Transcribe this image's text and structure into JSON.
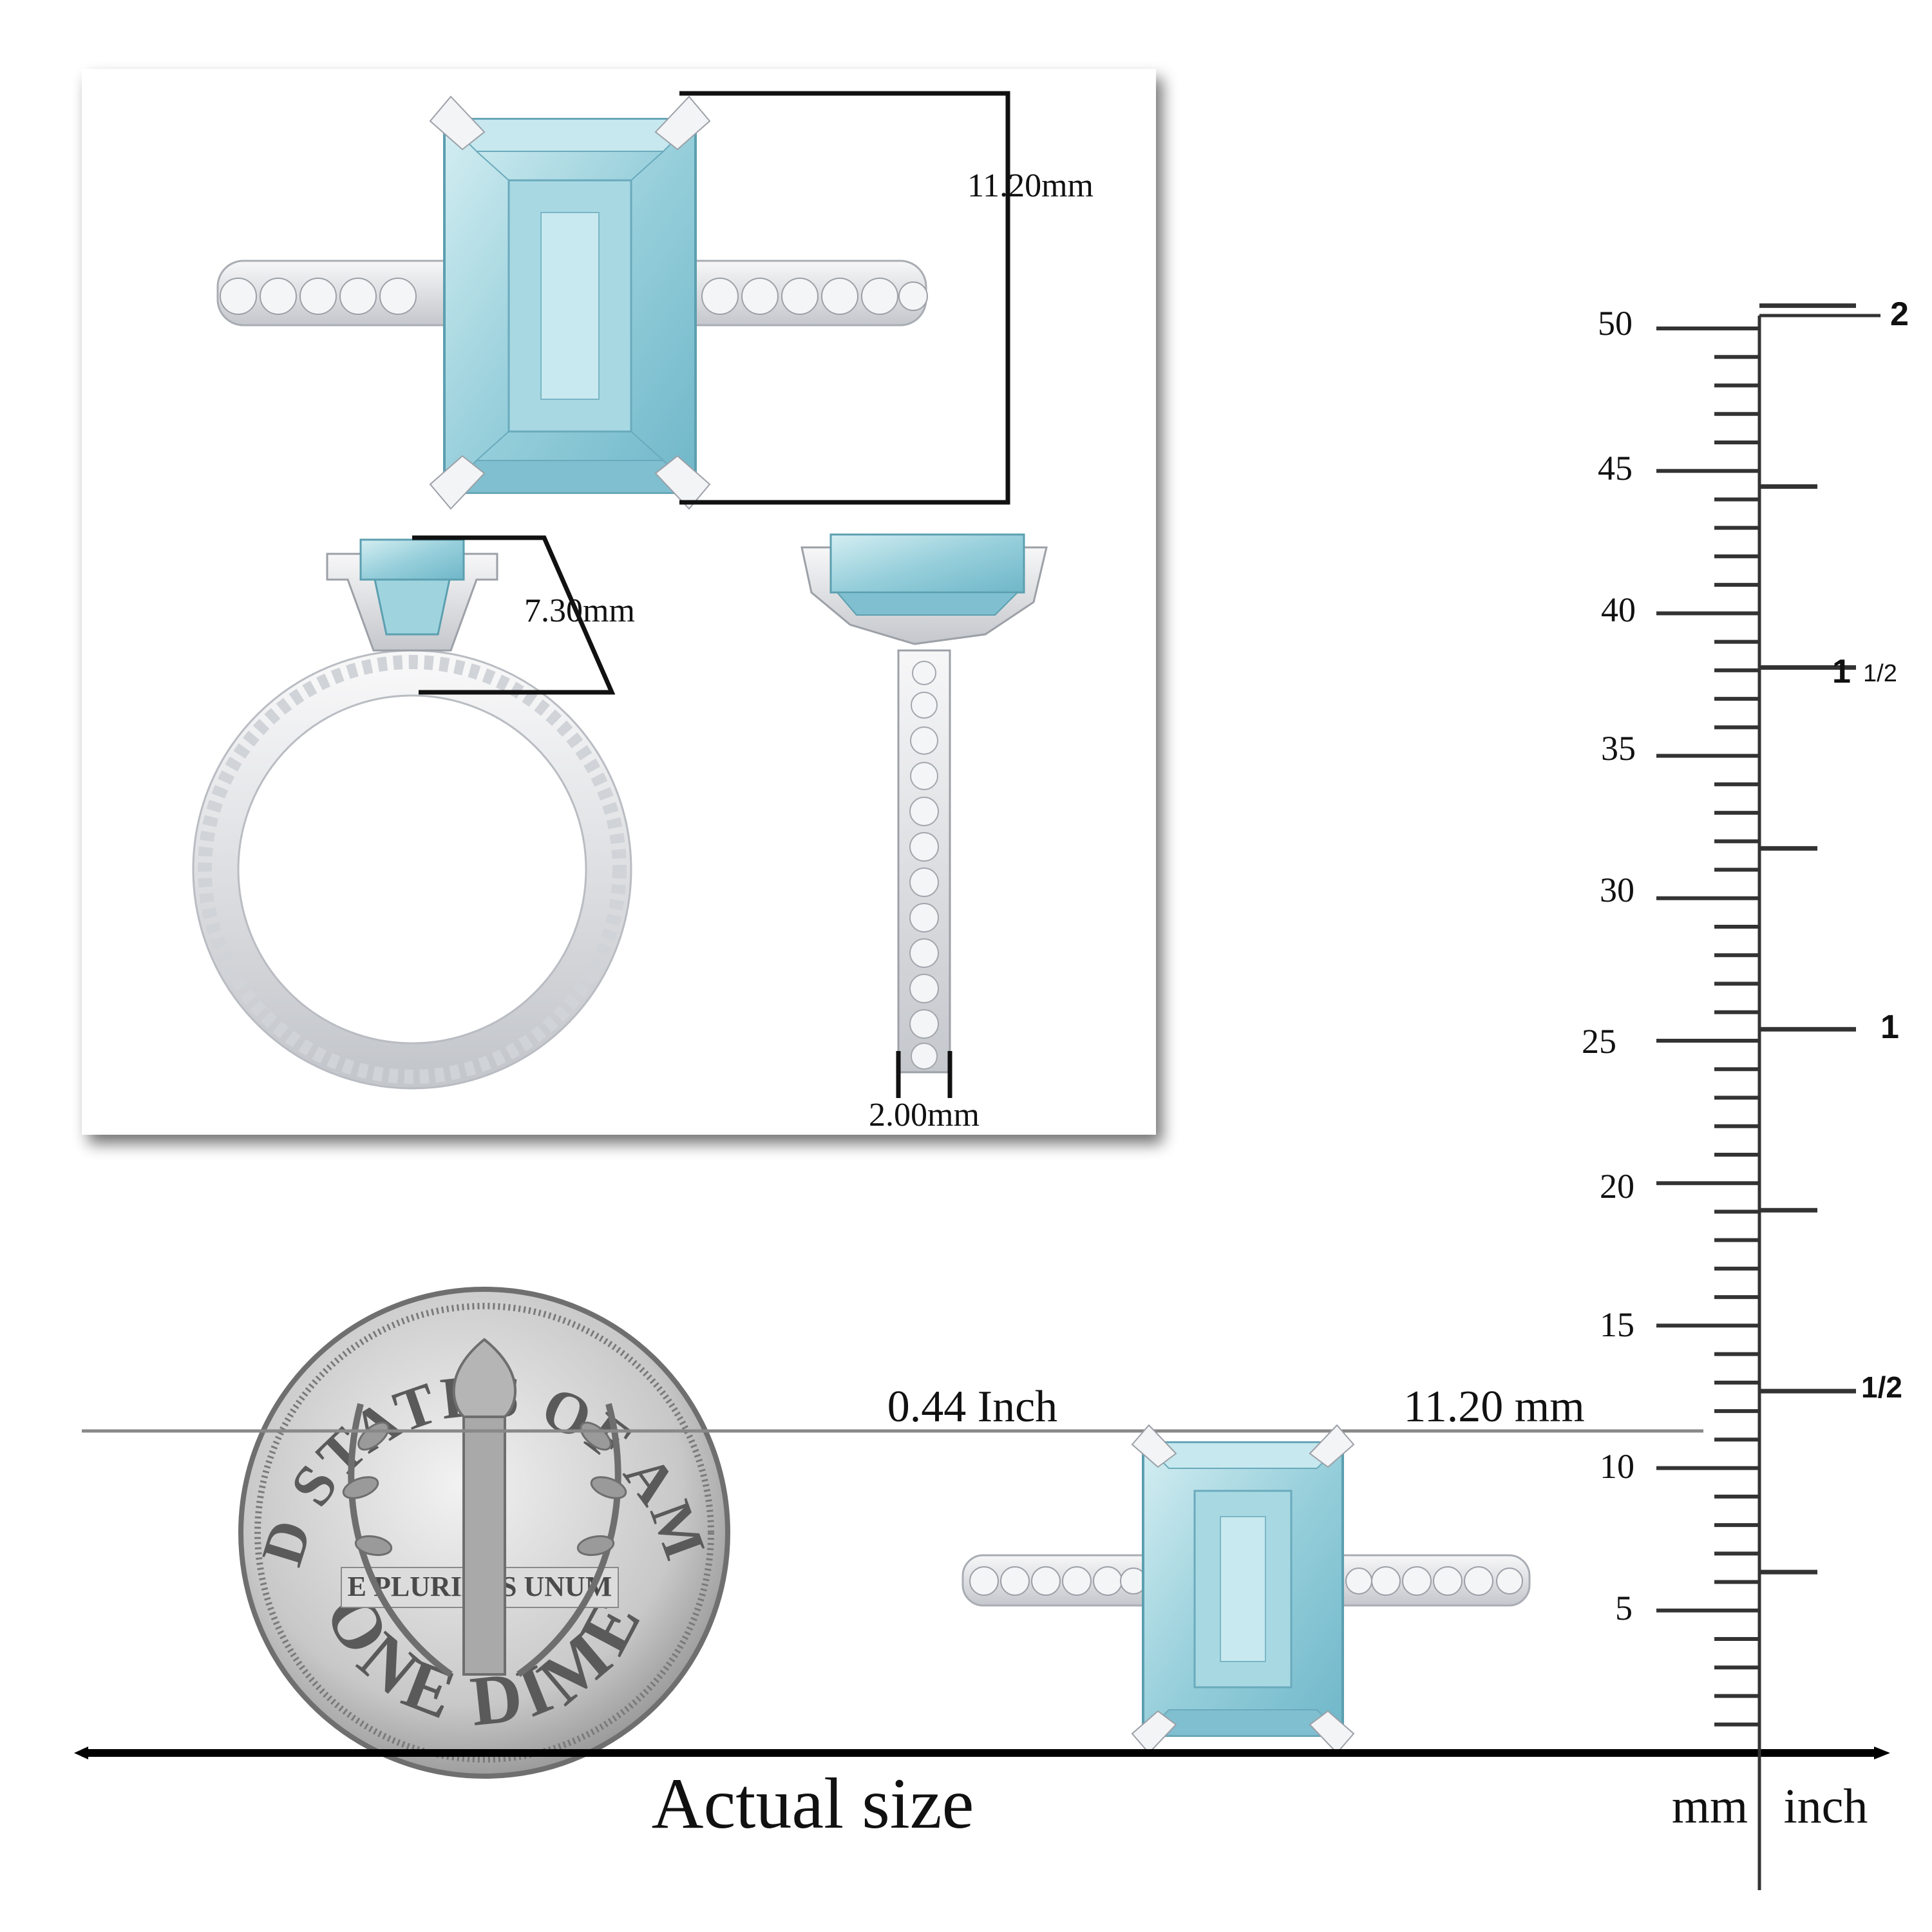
{
  "colors": {
    "gem_light": "#bfe3ea",
    "gem_mid": "#8fcbd8",
    "gem_dark": "#5aa9bd",
    "metal": "#e6e7ea",
    "metal_shadow": "#b9bcc2",
    "ink": "#111111"
  },
  "detail_panel": {
    "length_label": "11.20mm",
    "height_label": "7.30mm",
    "band_width_label": "2.00mm"
  },
  "actual_size": {
    "inch_label": "0.44 Inch",
    "mm_label": "11.20 mm",
    "caption": "Actual size",
    "coin": {
      "legend_top": "UNITED STATES OF AMERICA",
      "motto": "E PLURIBUS UNUM",
      "denomination": "ONE DIME"
    }
  },
  "ruler": {
    "unit_mm": "mm",
    "unit_inch": "inch",
    "mm_labels": [
      "50",
      "45",
      "40",
      "35",
      "30",
      "25",
      "20",
      "15",
      "10",
      "5"
    ],
    "inch_labels": {
      "two": "2",
      "one_half_whole": "1",
      "one_half_fraction": "1/2",
      "one": "1",
      "half": "1/2"
    }
  },
  "icons": [
    "ring-top-view-icon",
    "ring-side-view-icon",
    "ring-profile-view-icon",
    "dime-coin-icon"
  ]
}
